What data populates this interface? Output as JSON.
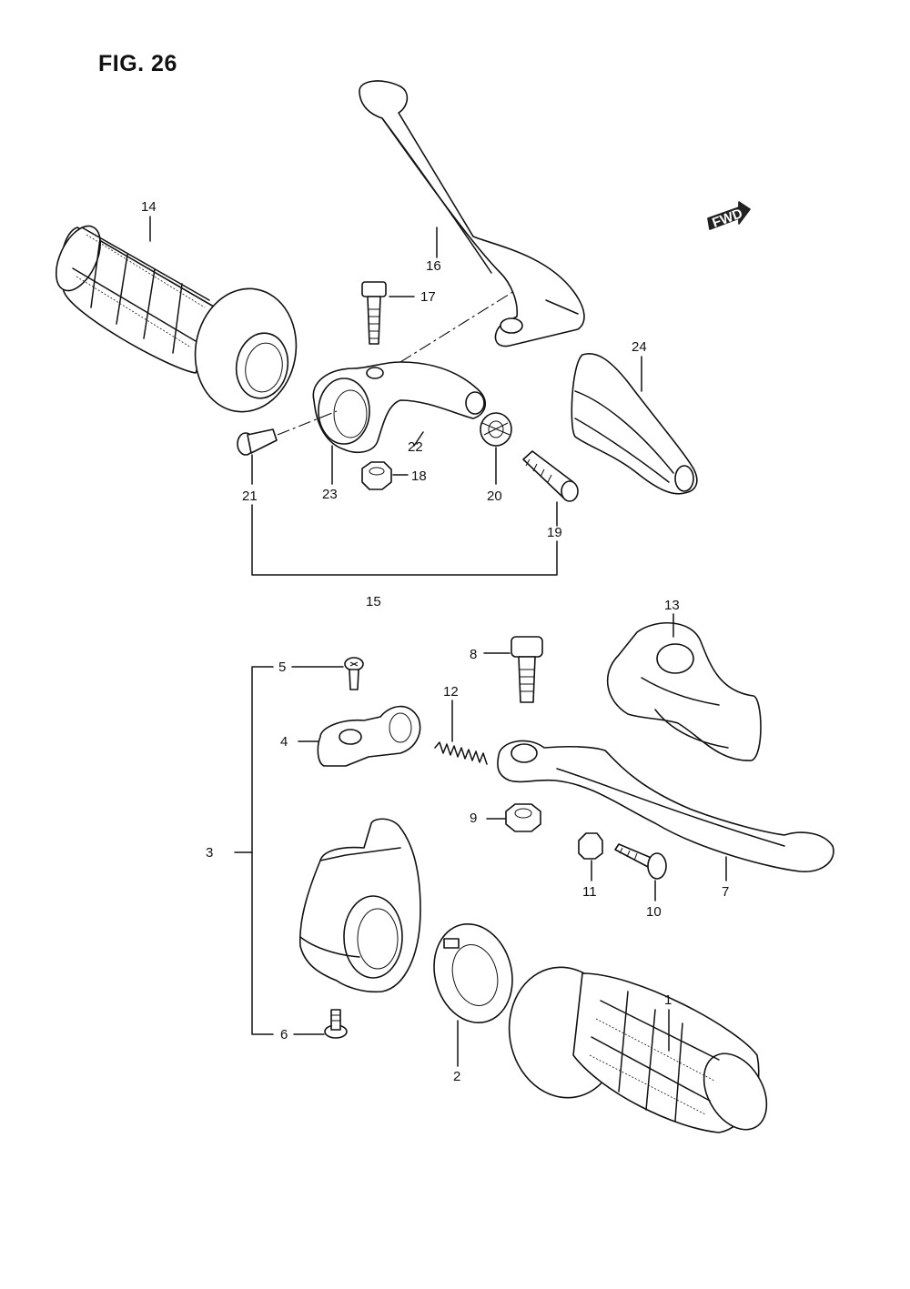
{
  "figure": {
    "title": "FIG. 26"
  },
  "direction_badge": "FWD",
  "callouts": [
    {
      "id": "c1",
      "label": "1"
    },
    {
      "id": "c2",
      "label": "2"
    },
    {
      "id": "c3",
      "label": "3"
    },
    {
      "id": "c4",
      "label": "4"
    },
    {
      "id": "c5",
      "label": "5"
    },
    {
      "id": "c6",
      "label": "6"
    },
    {
      "id": "c7",
      "label": "7"
    },
    {
      "id": "c8",
      "label": "8"
    },
    {
      "id": "c9",
      "label": "9"
    },
    {
      "id": "c10",
      "label": "10"
    },
    {
      "id": "c11",
      "label": "11"
    },
    {
      "id": "c12",
      "label": "12"
    },
    {
      "id": "c13",
      "label": "13"
    },
    {
      "id": "c14",
      "label": "14"
    },
    {
      "id": "c15",
      "label": "15"
    },
    {
      "id": "c16",
      "label": "16"
    },
    {
      "id": "c17",
      "label": "17"
    },
    {
      "id": "c18",
      "label": "18"
    },
    {
      "id": "c19",
      "label": "19"
    },
    {
      "id": "c20",
      "label": "20"
    },
    {
      "id": "c21",
      "label": "21"
    },
    {
      "id": "c22",
      "label": "22"
    },
    {
      "id": "c23",
      "label": "23"
    },
    {
      "id": "c24",
      "label": "24"
    }
  ]
}
